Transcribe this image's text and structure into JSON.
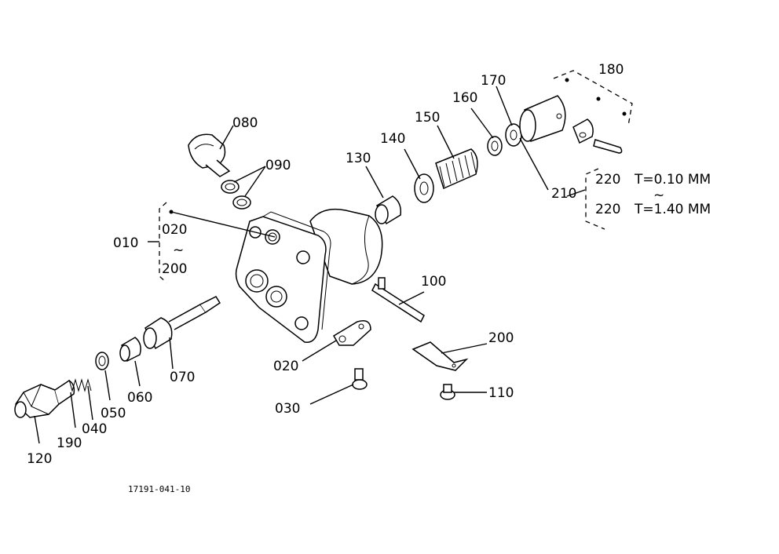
{
  "labels": {
    "p010": "010",
    "p020a": "020",
    "p020b": "020",
    "p030": "030",
    "p040": "040",
    "p050": "050",
    "p060": "060",
    "p070": "070",
    "p080": "080",
    "p090": "090",
    "p100": "100",
    "p110": "110",
    "p120": "120",
    "p130": "130",
    "p140": "140",
    "p150": "150",
    "p160": "160",
    "p170": "170",
    "p180": "180",
    "p190": "190",
    "p200a": "200",
    "p200b": "200",
    "p210": "210",
    "p220a": "220",
    "p220b": "220"
  },
  "range_tilde": "~",
  "shim_spec": {
    "min": "T=0.10 MM",
    "max": "T=1.40 MM"
  },
  "drawing_code": "17191-041-10"
}
